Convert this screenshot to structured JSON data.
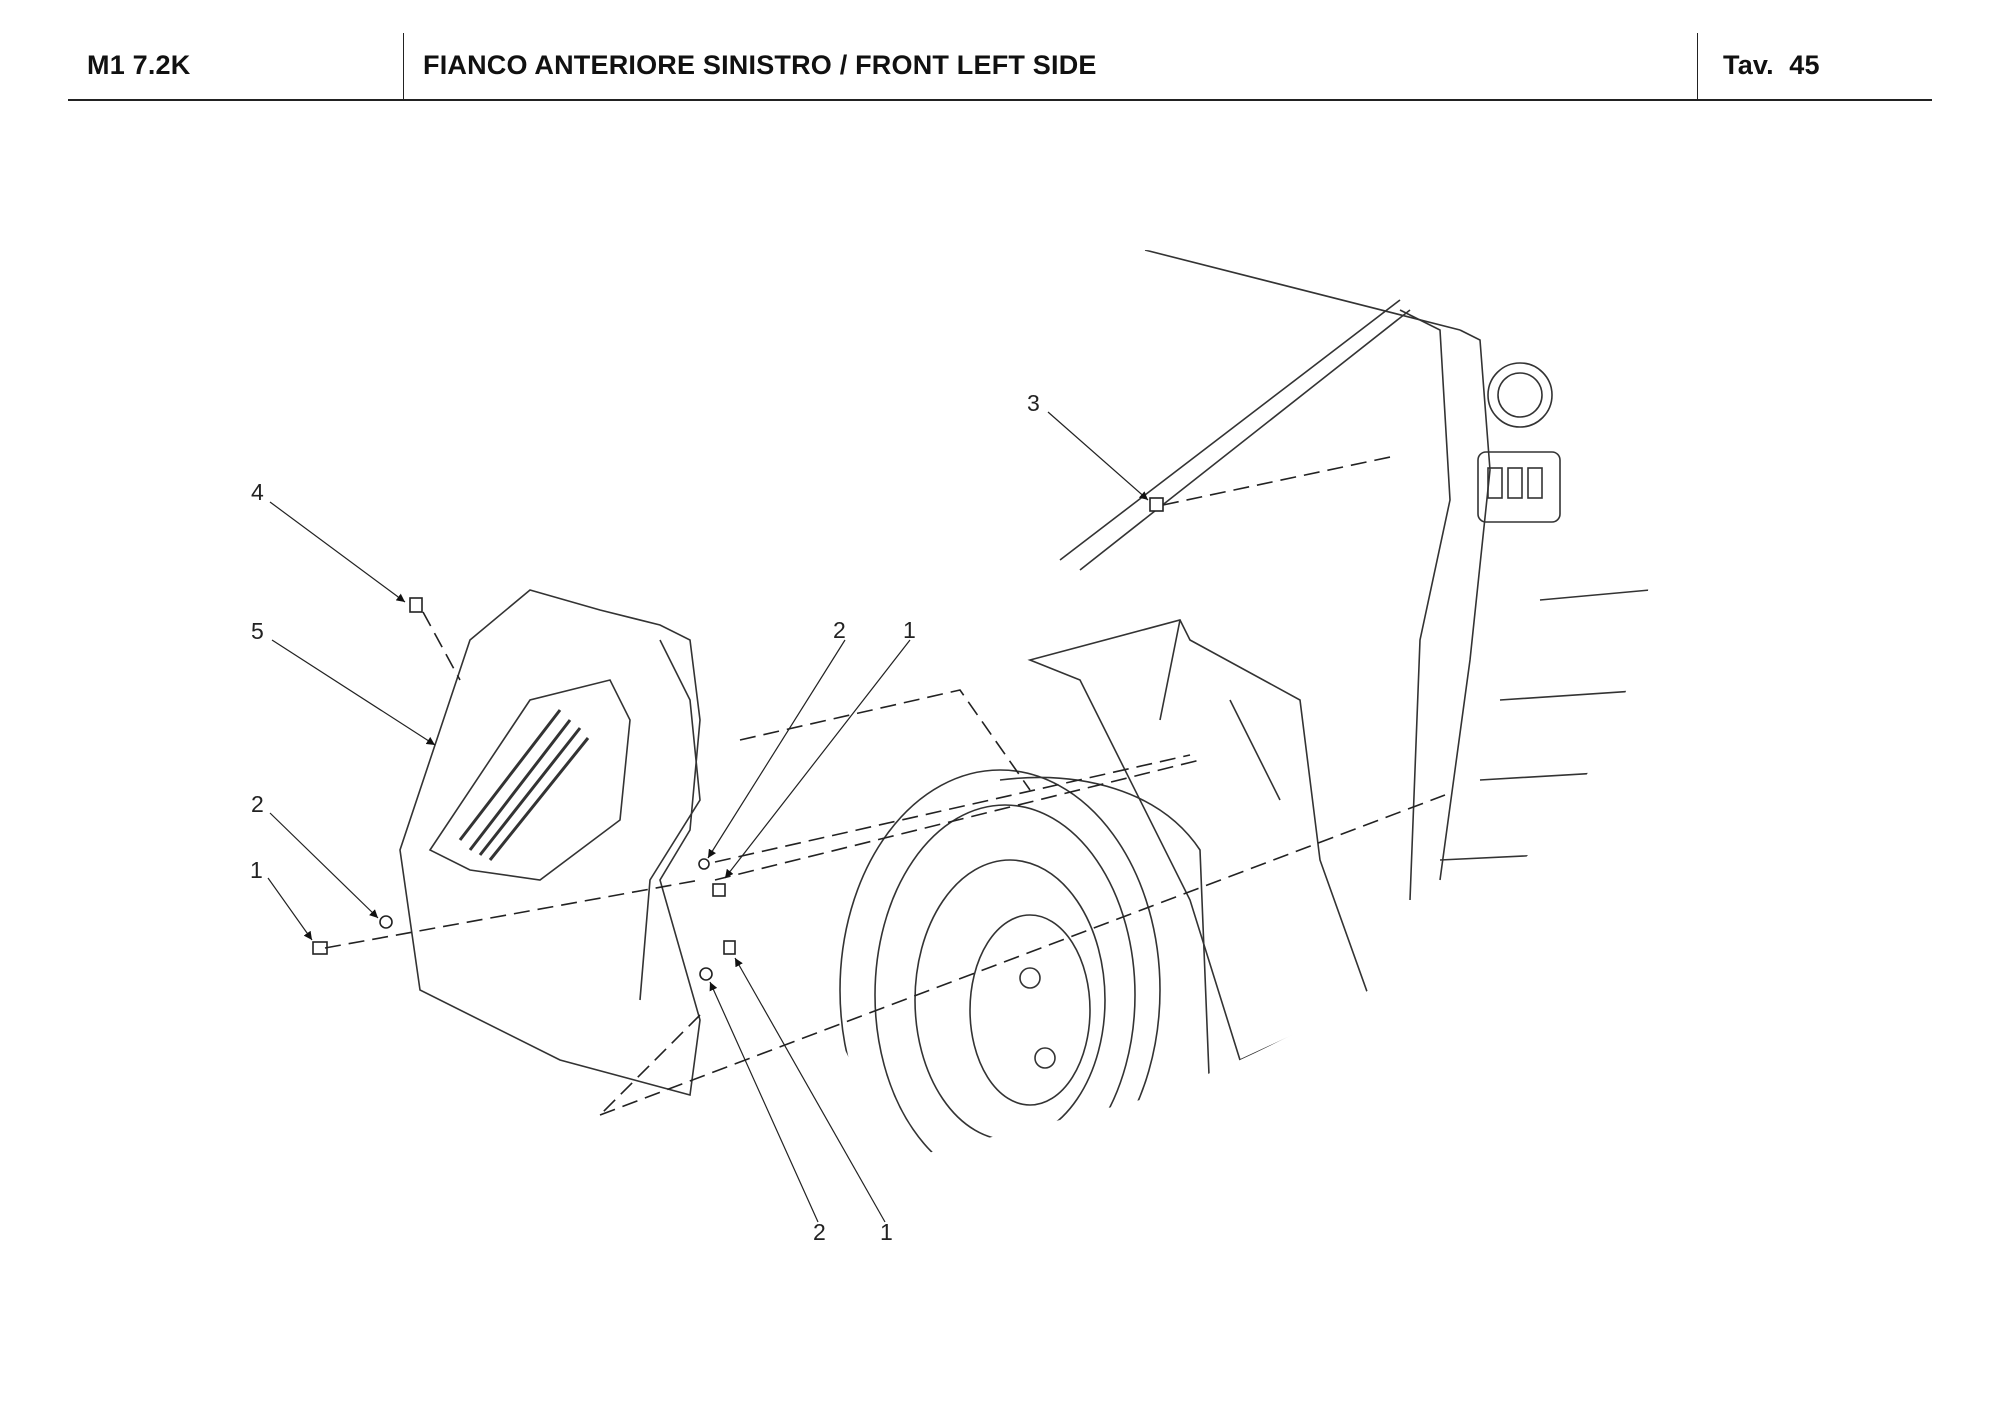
{
  "header": {
    "model": "M1 7.2K",
    "title": "FIANCO ANTERIORE SINISTRO / FRONT LEFT SIDE",
    "table_label": "Tav.",
    "table_number": "45"
  },
  "callouts": [
    {
      "label": "3"
    },
    {
      "label": "4"
    },
    {
      "label": "5"
    },
    {
      "label": "2"
    },
    {
      "label": "1"
    },
    {
      "label": "2"
    },
    {
      "label": "1"
    },
    {
      "label": "2"
    },
    {
      "label": "1"
    }
  ]
}
